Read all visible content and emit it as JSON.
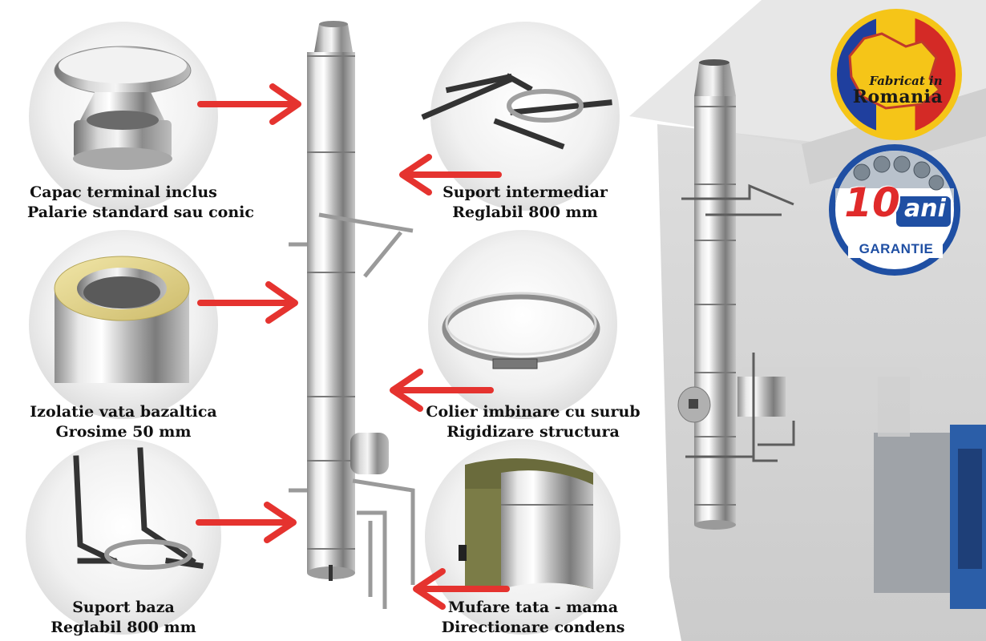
{
  "features": [
    {
      "line1": "Capac terminal inclus",
      "line2": "Palarie standard sau conic"
    },
    {
      "line1": "Izolatie vata bazaltica",
      "line2": "Grosime 50 mm"
    },
    {
      "line1": "Suport baza",
      "line2": "Reglabil 800 mm"
    },
    {
      "line1": "Suport intermediar",
      "line2": "Reglabil 800 mm"
    },
    {
      "line1": "Colier imbinare cu surub",
      "line2": "Rigidizare structura"
    },
    {
      "line1": "Mufare tata - mama",
      "line2": "Directionare condens"
    }
  ],
  "badges": {
    "made_in": {
      "line1": "Fabricat in",
      "line2": "Romania"
    },
    "warranty": {
      "number": "10",
      "unit": "ani",
      "label": "GARANTIE"
    }
  },
  "colors": {
    "arrow": "#e5332f",
    "warranty_blue": "#1f4fa3",
    "flag_blue": "#1f3f9e",
    "flag_yellow": "#f5c518",
    "flag_red": "#d42a26"
  }
}
